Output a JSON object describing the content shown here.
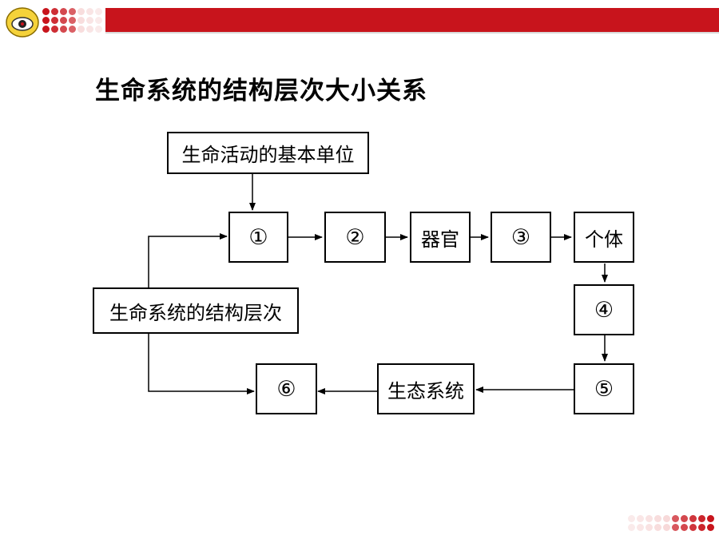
{
  "colors": {
    "accent": "#c8141c",
    "dot_light": "#f2c4c4"
  },
  "title": "生命系统的结构层次大小关系",
  "diagram": {
    "top_label": "生命活动的基本单位",
    "root_label": "生命系统的结构层次",
    "levels": {
      "n1": "①",
      "n2": "②",
      "organ": "器官",
      "n3": "③",
      "individual": "个体",
      "n4": "④",
      "n5": "⑤",
      "ecosystem": "生态系统",
      "n6": "⑥"
    }
  }
}
